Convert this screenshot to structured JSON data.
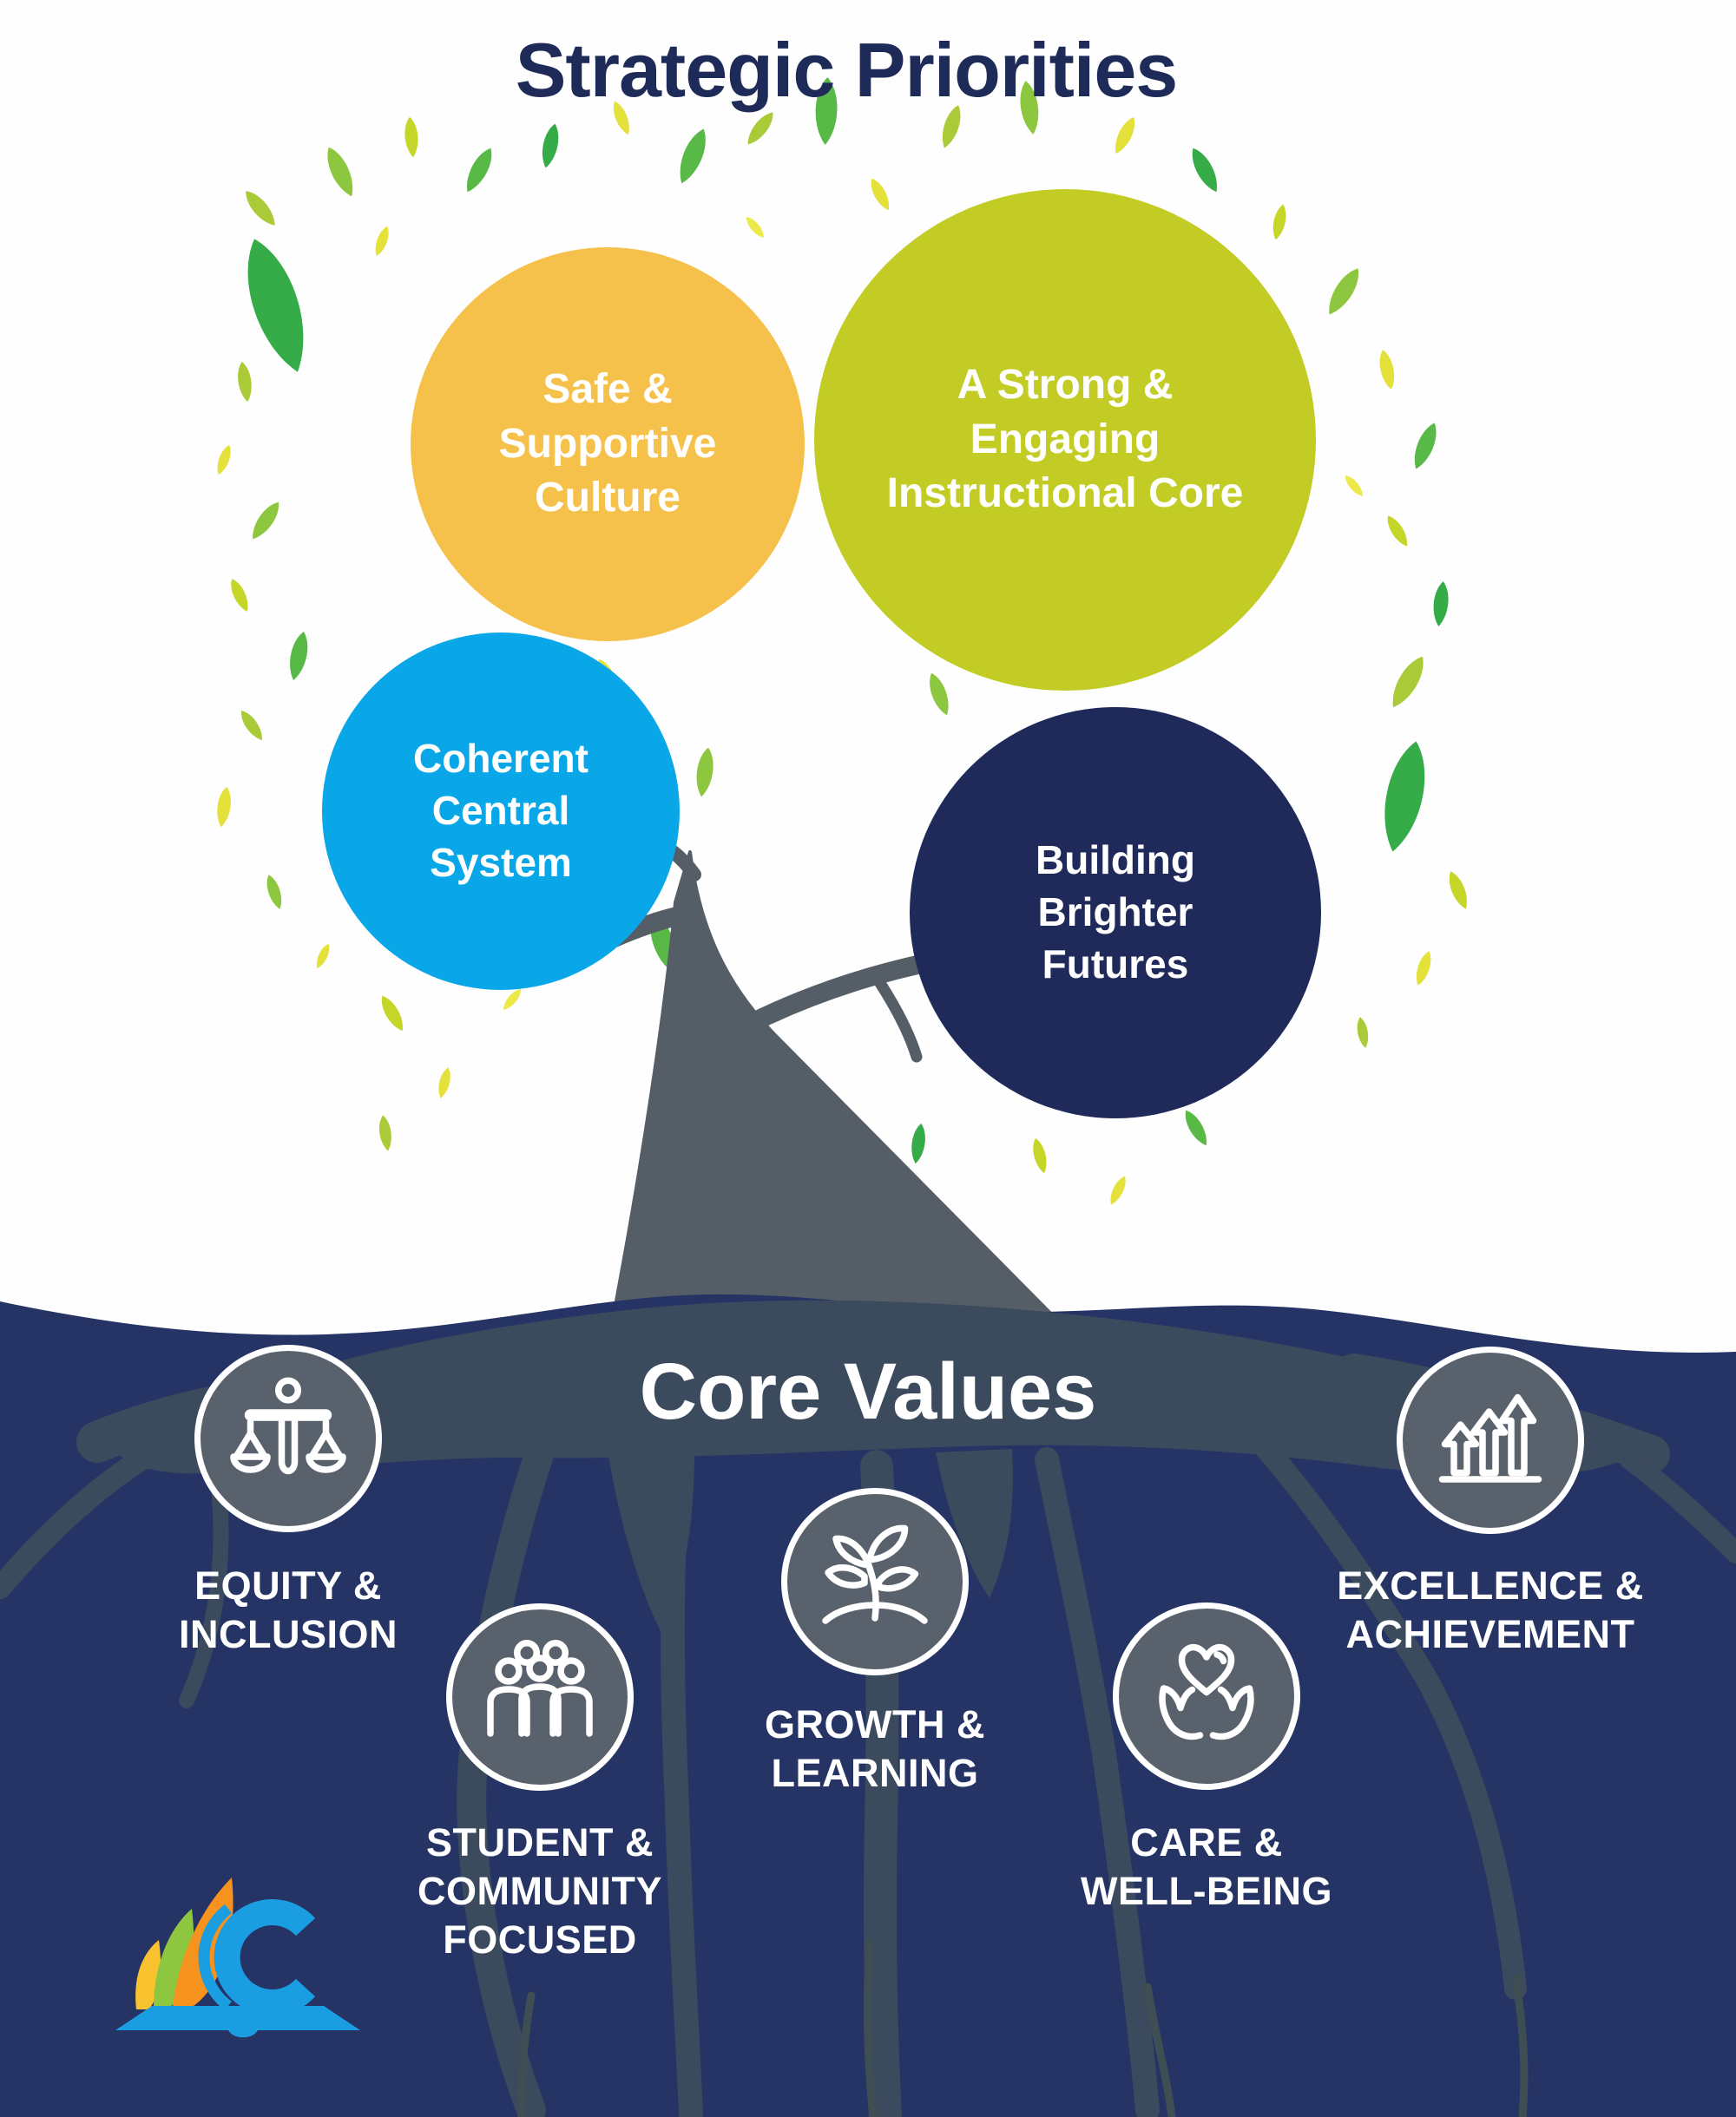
{
  "title": "Strategic Priorities",
  "priorities": [
    {
      "id": "safe-supportive-culture",
      "lines": [
        "Safe &",
        "Supportive",
        "Culture"
      ],
      "color": "#F6C14A"
    },
    {
      "id": "instructional-core",
      "lines": [
        "A Strong &",
        "Engaging",
        "Instructional Core"
      ],
      "color": "#C2CC24"
    },
    {
      "id": "coherent-central-system",
      "lines": [
        "Coherent",
        "Central",
        "System"
      ],
      "color": "#0AA7E8"
    },
    {
      "id": "building-brighter-futures",
      "lines": [
        "Building",
        "Brighter",
        "Futures"
      ],
      "color": "#1F2A5B"
    }
  ],
  "core_values": {
    "heading": "Core Values",
    "items": [
      {
        "icon": "balance-person-icon",
        "lines": [
          "EQUITY &",
          "INCLUSION"
        ]
      },
      {
        "icon": "people-group-icon",
        "lines": [
          "STUDENT &",
          "COMMUNITY",
          "FOCUSED"
        ]
      },
      {
        "icon": "sprout-icon",
        "lines": [
          "GROWTH &",
          "LEARNING"
        ]
      },
      {
        "icon": "hands-heart-icon",
        "lines": [
          "CARE &",
          "WELL-BEING"
        ]
      },
      {
        "icon": "rising-arrows-icon",
        "lines": [
          "EXCELLENCE &",
          "ACHIEVEMENT"
        ]
      }
    ]
  },
  "colors": {
    "title_text": "#1E2B58",
    "ground_navy": "#253465",
    "root_slate": "#3B4A5C",
    "trunk_gray": "#555E66",
    "icon_circle_gray": "#59626C",
    "text_light": "#FFFFFF",
    "leaf_greens": [
      "#35AC47",
      "#58B947",
      "#8DC63F",
      "#AACB37",
      "#C6D629",
      "#E3E13A",
      "#EDE94A"
    ],
    "logo_blue": "#1B9DE2",
    "logo_orange": "#F6921E",
    "logo_green": "#8DC63F",
    "logo_yellow": "#F9C32F"
  },
  "logo": {
    "icon": "c-open-book-logo"
  }
}
